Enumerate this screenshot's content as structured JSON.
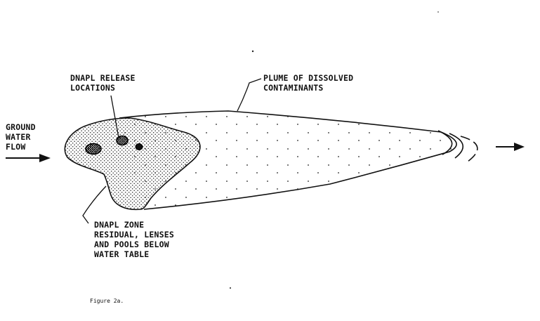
{
  "labels": {
    "ground_water_flow": [
      "GROUND",
      "WATER",
      "FLOW"
    ],
    "dnapl_release": [
      "DNAPL RELEASE",
      "LOCATIONS"
    ],
    "plume": [
      "PLUME OF DISSOLVED",
      "CONTAMINANTS"
    ],
    "dnapl_zone": [
      "DNAPL ZONE",
      "RESIDUAL, LENSES",
      "AND POOLS BELOW",
      "WATER TABLE"
    ]
  },
  "caption": "Figure 2a."
}
